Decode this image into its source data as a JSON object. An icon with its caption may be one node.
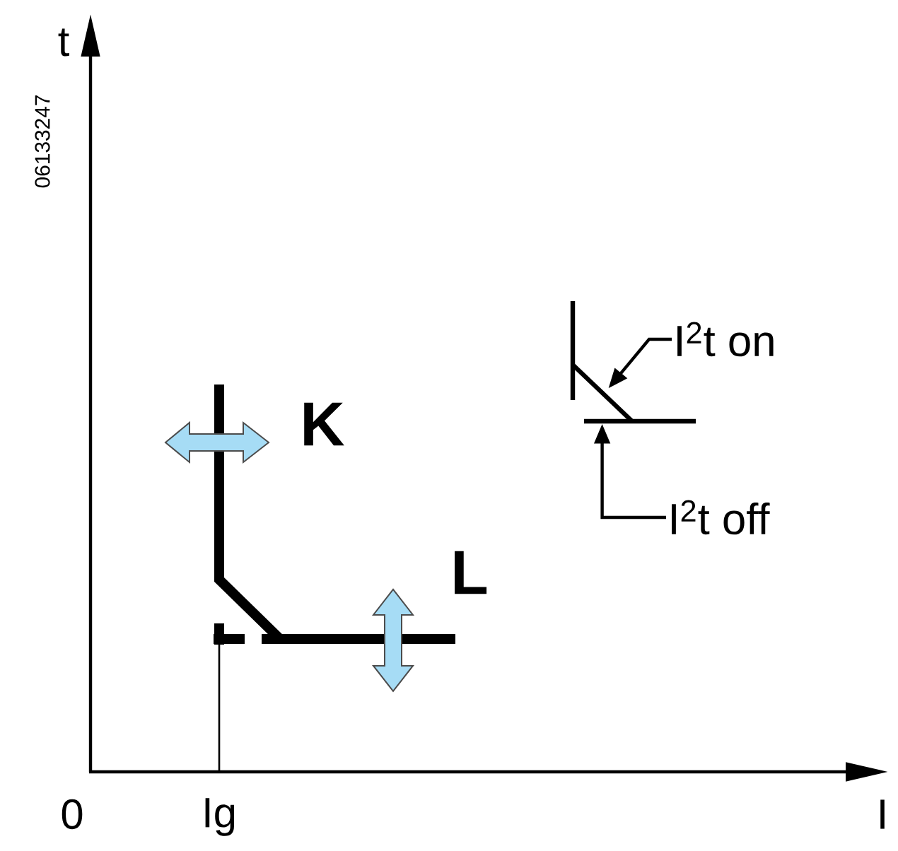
{
  "diagram": {
    "nodes": [
      {
        "text": [
          "I$^{2}$t on"
        ]
      },
      {
        "text": [
          "I$^{2}$t off"
        ]
      },
      {
        "text": [],
        "shape": "line"
      },
      {
        "text": [],
        "shape": "line"
      }
    ],
    "edges": [
      {
        "from": 0,
        "to": 2,
        "arrow": "to"
      },
      {
        "from": 1,
        "to": 3,
        "arrow": "to"
      }
    ],
    "labels": [
      "t",
      "06133247",
      "K",
      "L",
      "0",
      "Ig",
      "I"
    ]
  }
}
